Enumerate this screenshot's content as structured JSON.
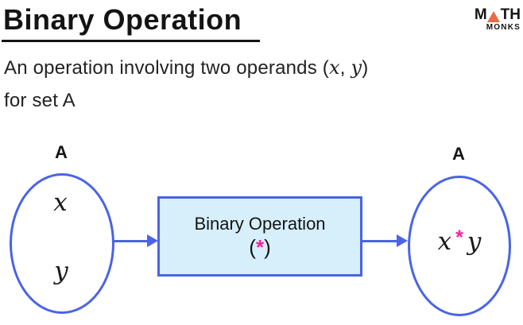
{
  "header": {
    "title": "Binary Operation"
  },
  "logo": {
    "m": "M",
    "th": "TH",
    "monks": "MONKS",
    "triangle_color": "#e96a45"
  },
  "description": {
    "line1_text": "An operation involving two operands (",
    "line1_x": "x",
    "line1_sep": ", ",
    "line1_y": "y",
    "line1_close": ")",
    "line2": "for set A"
  },
  "diagram": {
    "left_set": {
      "label": "A",
      "elements": [
        "x",
        "y"
      ]
    },
    "box": {
      "title": "Binary Operation",
      "paren_open": "(",
      "operator": "*",
      "paren_close": ")"
    },
    "right_set": {
      "label": "A",
      "result_x": "x",
      "result_op": "*",
      "result_y": "y"
    },
    "colors": {
      "stroke_blue": "#4a63e7",
      "box_fill": "#d6effb",
      "operator_pink": "#fb1f9e"
    }
  }
}
